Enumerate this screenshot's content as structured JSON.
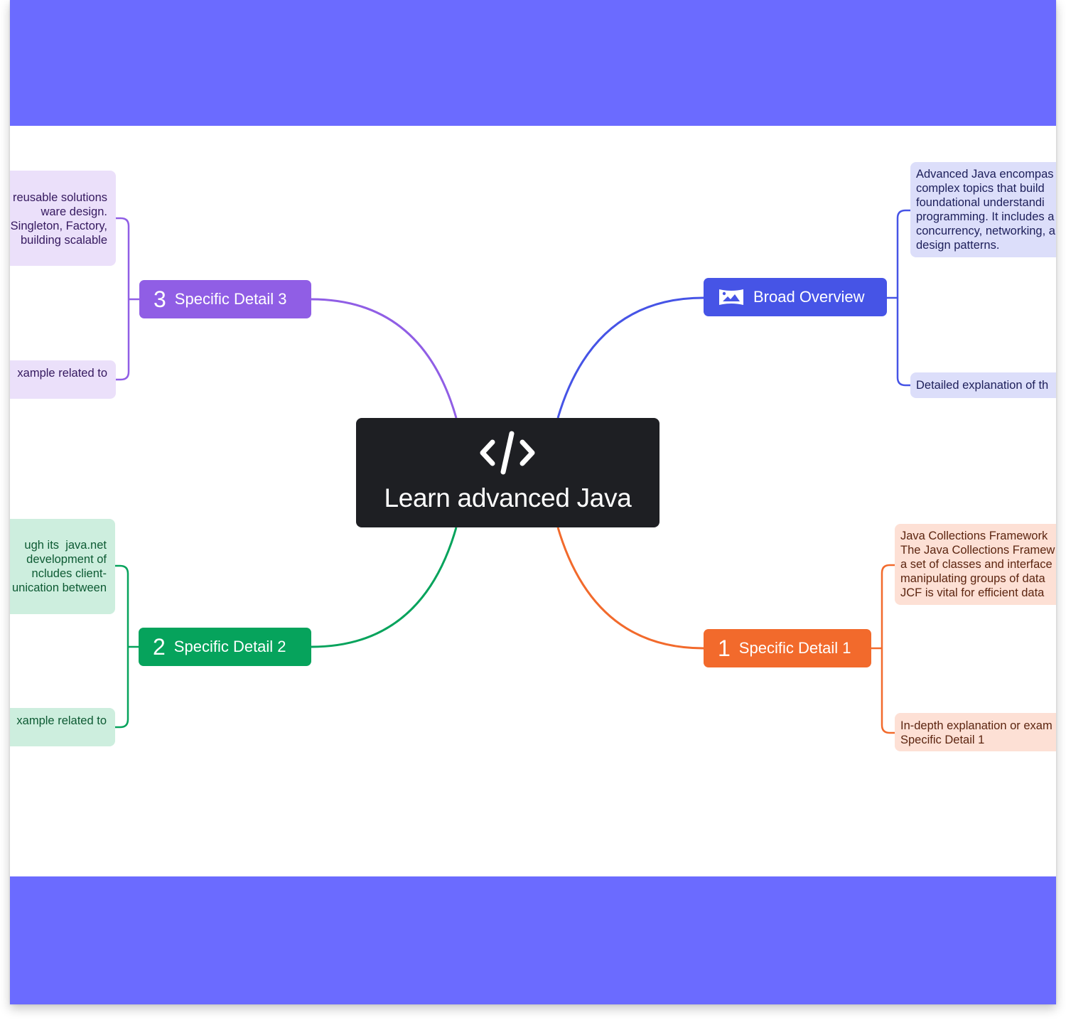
{
  "central": {
    "title": "Learn advanced Java",
    "icon": "code-icon",
    "color": "#1e1f23"
  },
  "theme": {
    "band_color": "#6b6bff"
  },
  "topics": {
    "overview": {
      "label": "Broad Overview",
      "icon": "image-icon",
      "color": "#4654e6",
      "bg": "#dcdefa",
      "text": "#1d1f5a",
      "subs": [
        "Advanced Java encompas\ncomplex topics that build\nfoundational understandi\nprogramming. It includes a\nconcurrency, networking, a\ndesign patterns.",
        "Detailed explanation of th"
      ]
    },
    "detail1": {
      "number": "1",
      "label": "Specific Detail 1",
      "color": "#f26a2c",
      "bg": "#fde0d5",
      "text": "#5c2510",
      "subs": [
        "Java Collections Framework\nThe Java Collections Framew\na set of classes and interface\nmanipulating groups of data\nJCF is vital for efficient data",
        "In-depth explanation or exam\nSpecific Detail 1"
      ]
    },
    "detail2": {
      "number": "2",
      "label": "Specific Detail 2",
      "color": "#06a35c",
      "bg": "#cdeede",
      "text": "#0d5a33",
      "subs": [
        "ugh its  java.net\ndevelopment of\nncludes client-\nunication between",
        "xample related to"
      ]
    },
    "detail3": {
      "number": "3",
      "label": "Specific Detail 3",
      "color": "#905ee5",
      "bg": "#ebe0fa",
      "text": "#35195f",
      "subs": [
        "reusable solutions\nware design.\nSingleton, Factory,\n building scalable",
        "xample related to"
      ]
    }
  }
}
